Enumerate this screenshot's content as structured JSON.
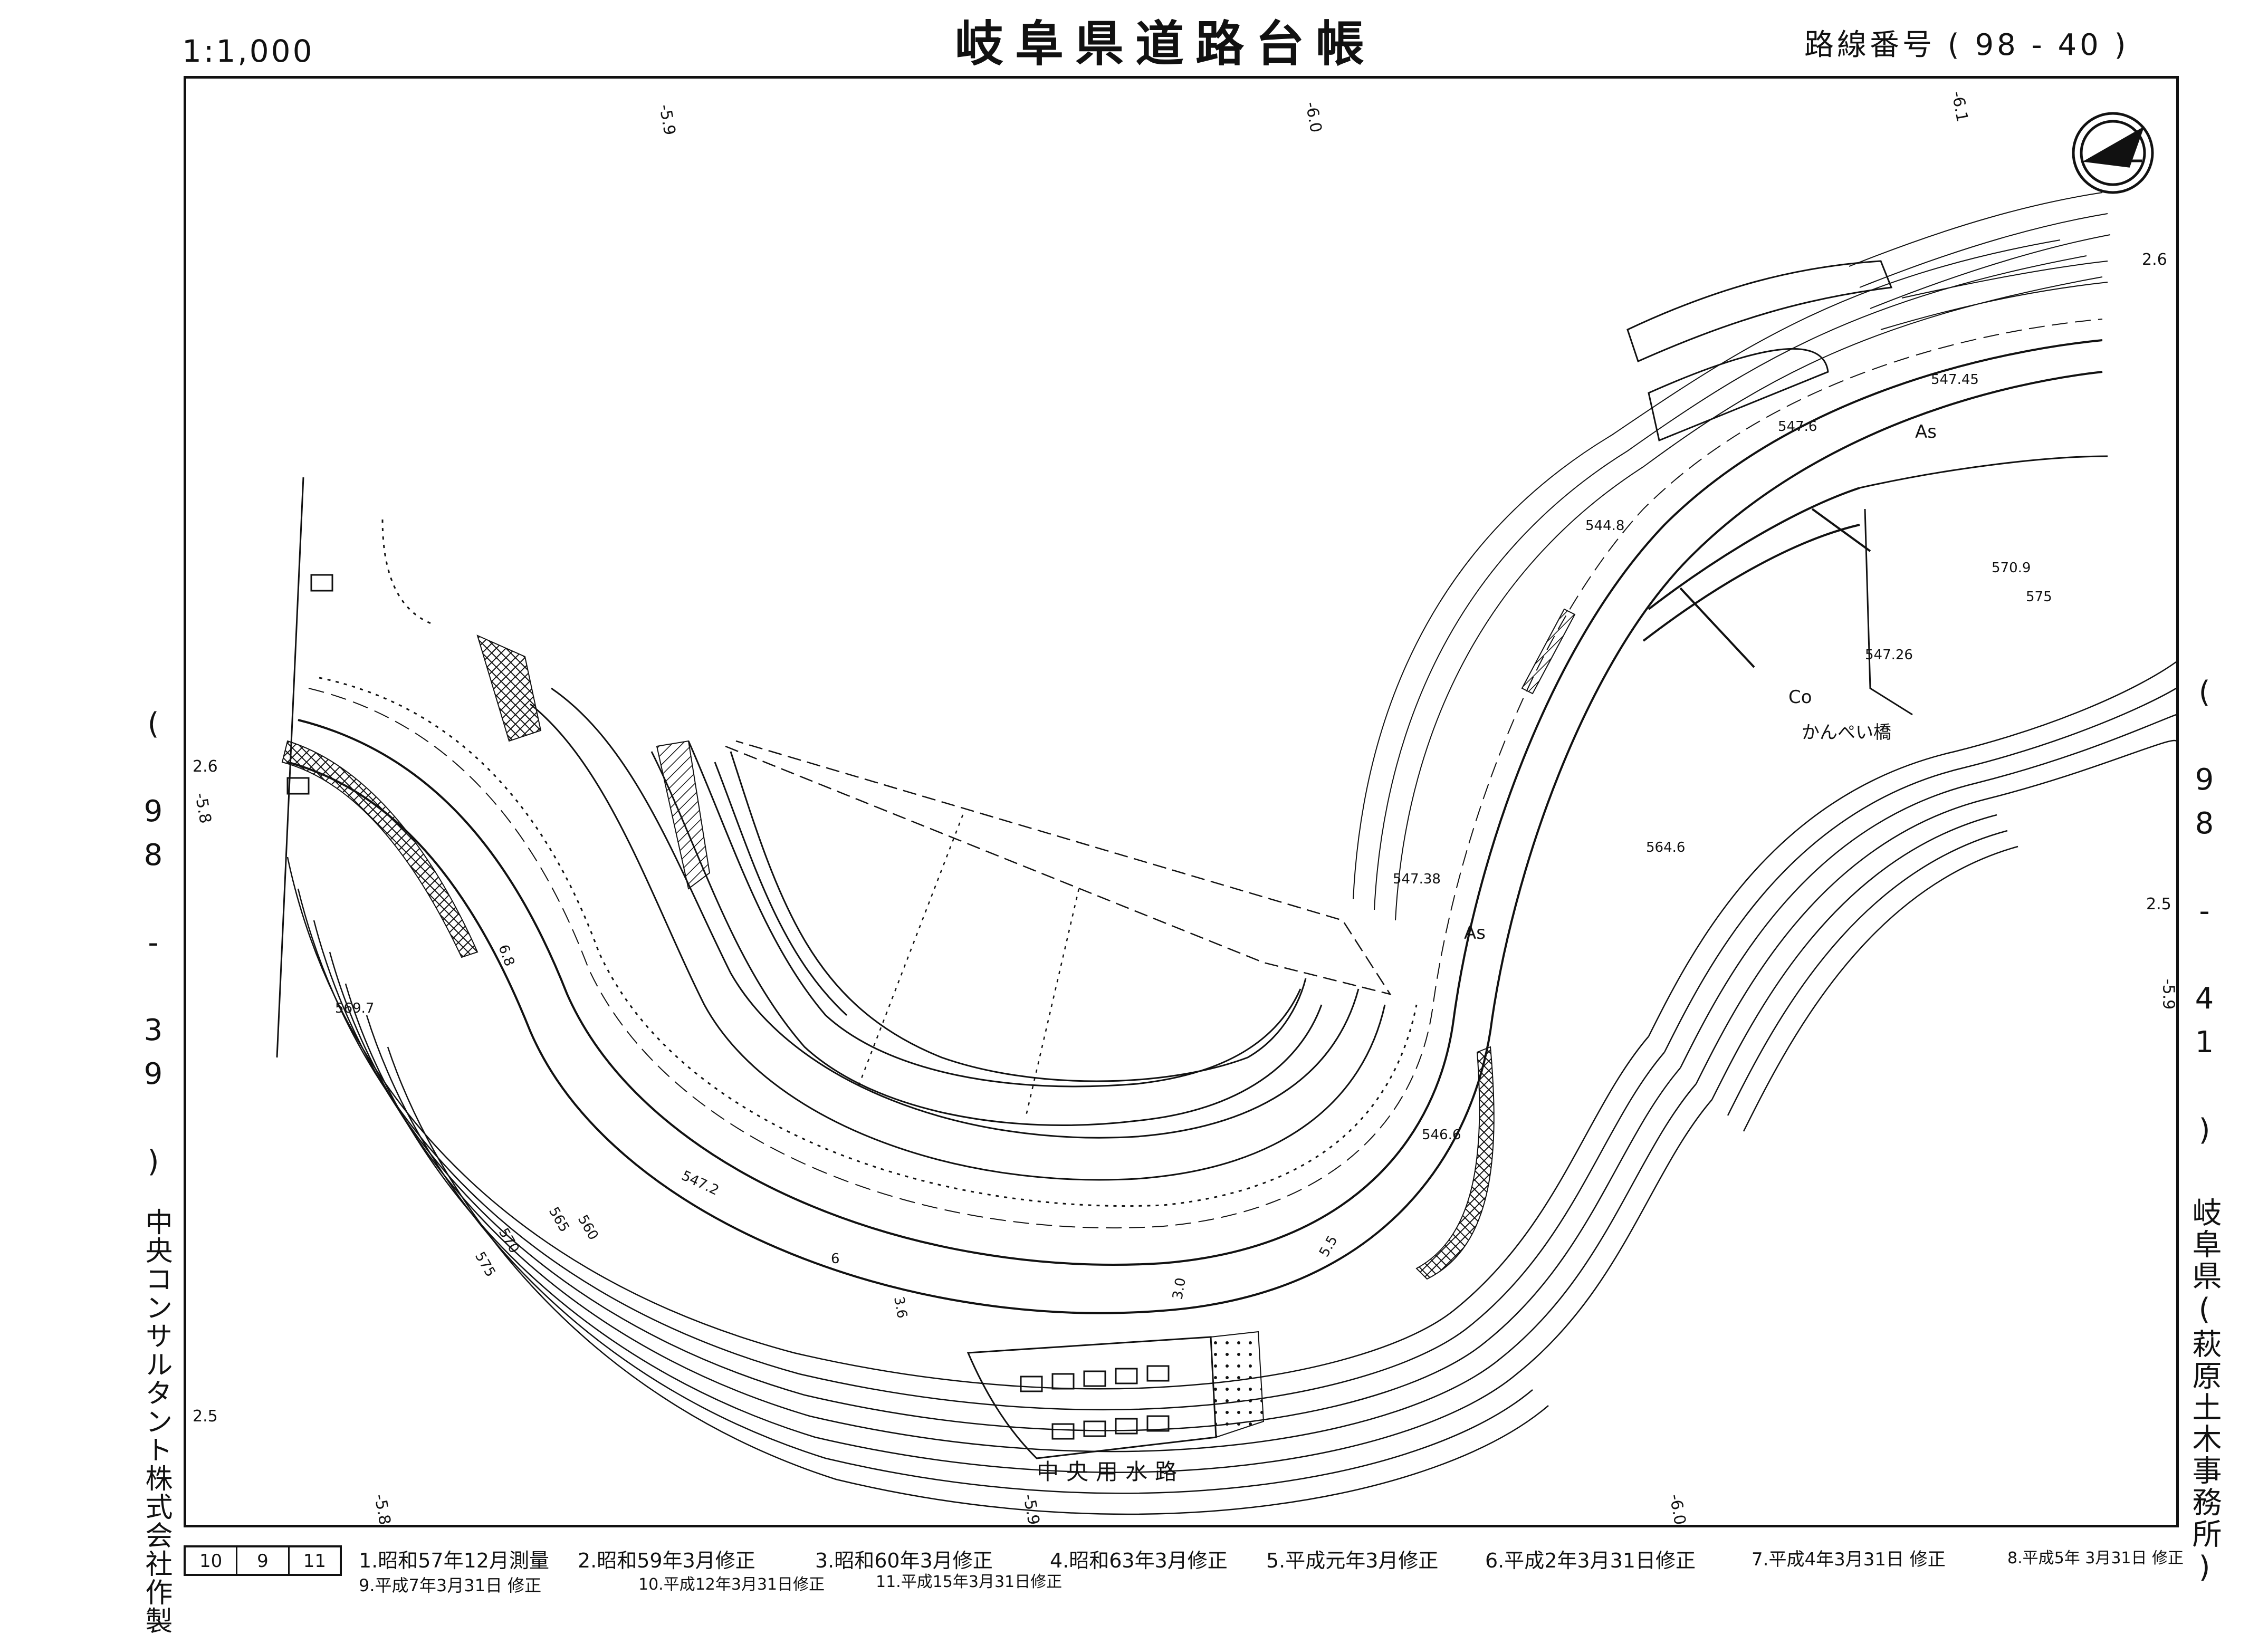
{
  "header": {
    "scale": "1:1,000",
    "title": "岐阜県道路台帳",
    "route_number": "路線番号 ( 98 - 40 )"
  },
  "margins": {
    "left_route": "( 98 - 39 )",
    "right_route": "( 98 - 41 )",
    "left_maker": "中央コンサルタント株式会社作製",
    "right_office": "岐阜県(萩原土木事務所)"
  },
  "grid_labels": {
    "top": [
      "-5.9",
      "-6.0",
      "-6.1"
    ],
    "bottom": [
      "-5.8",
      "-5.9",
      "-6.0"
    ],
    "left": [
      "2.6",
      "-5.8",
      "2.5"
    ],
    "right": [
      "2.6",
      "2.5",
      "-5.9"
    ]
  },
  "map_labels": {
    "elev_1": "547.45",
    "elev_2": "547.6",
    "elev_3": "570.9",
    "elev_4": "575",
    "elev_5": "547.26",
    "elev_6": "544.8",
    "elev_7": "564.6",
    "elev_8": "547.38",
    "elev_9": "546.6",
    "elev_10": "547.2",
    "elev_11": "569.7",
    "contour_560": "560",
    "contour_565": "565",
    "contour_570": "570",
    "contour_575": "575",
    "surface_as_1": "As",
    "surface_as_2": "As",
    "surface_co": "Co",
    "bridge": "かんぺい橋",
    "canal": "中央用水路",
    "width_68": "6.8",
    "width_55": "5.5",
    "width_30": "3.0",
    "width_36": "3.6",
    "width_6": "6"
  },
  "sheet_numbers": [
    "10",
    "9",
    "11"
  ],
  "revisions": [
    "1.昭和57年12月測量",
    "2.昭和59年3月修正",
    "3.昭和60年3月修正",
    "4.昭和63年3月修正",
    "5.平成元年3月修正",
    "6.平成2年3月31日修正",
    "7.平成4年3月31日 修正",
    "8.平成5年 3月31日 修正",
    "9.平成7年3月31日 修正",
    "10.平成12年3月31日修正",
    "11.平成15年3月31日修正"
  ],
  "colors": {
    "ink": "#111111",
    "paper": "#ffffff"
  }
}
